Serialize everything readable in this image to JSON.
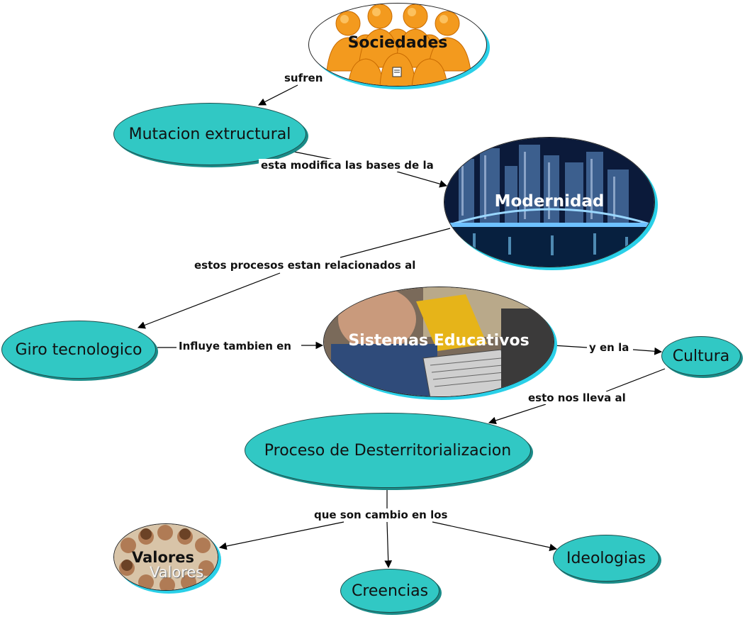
{
  "nodes": {
    "sociedades": "Sociedades",
    "mutacion": "Mutacion extructural",
    "modernidad": "Modernidad",
    "giro": "Giro tecnologico",
    "sistemas": "Sistemas Educativos",
    "cultura": "Cultura",
    "proceso": "Proceso de Desterritorializacion",
    "valores": "Valores",
    "valores_watermark": "Valores",
    "creencias": "Creencias",
    "ideologias": "Ideologias"
  },
  "links": {
    "sufren": "sufren",
    "esta_modifica": "esta modifica las bases de la",
    "estos_procesos": "estos procesos estan relacionados al",
    "influye": "Influye tambien en",
    "y_en_la": "y en la",
    "esto_nos_lleva": "esto nos lleva al",
    "que_son": "que son cambio en los"
  },
  "colors": {
    "node_fill": "#31c8c4",
    "node_shadow": "#1a8b88",
    "picture_shadow": "#2ad0e8",
    "people_orange": "#f39a1e"
  }
}
